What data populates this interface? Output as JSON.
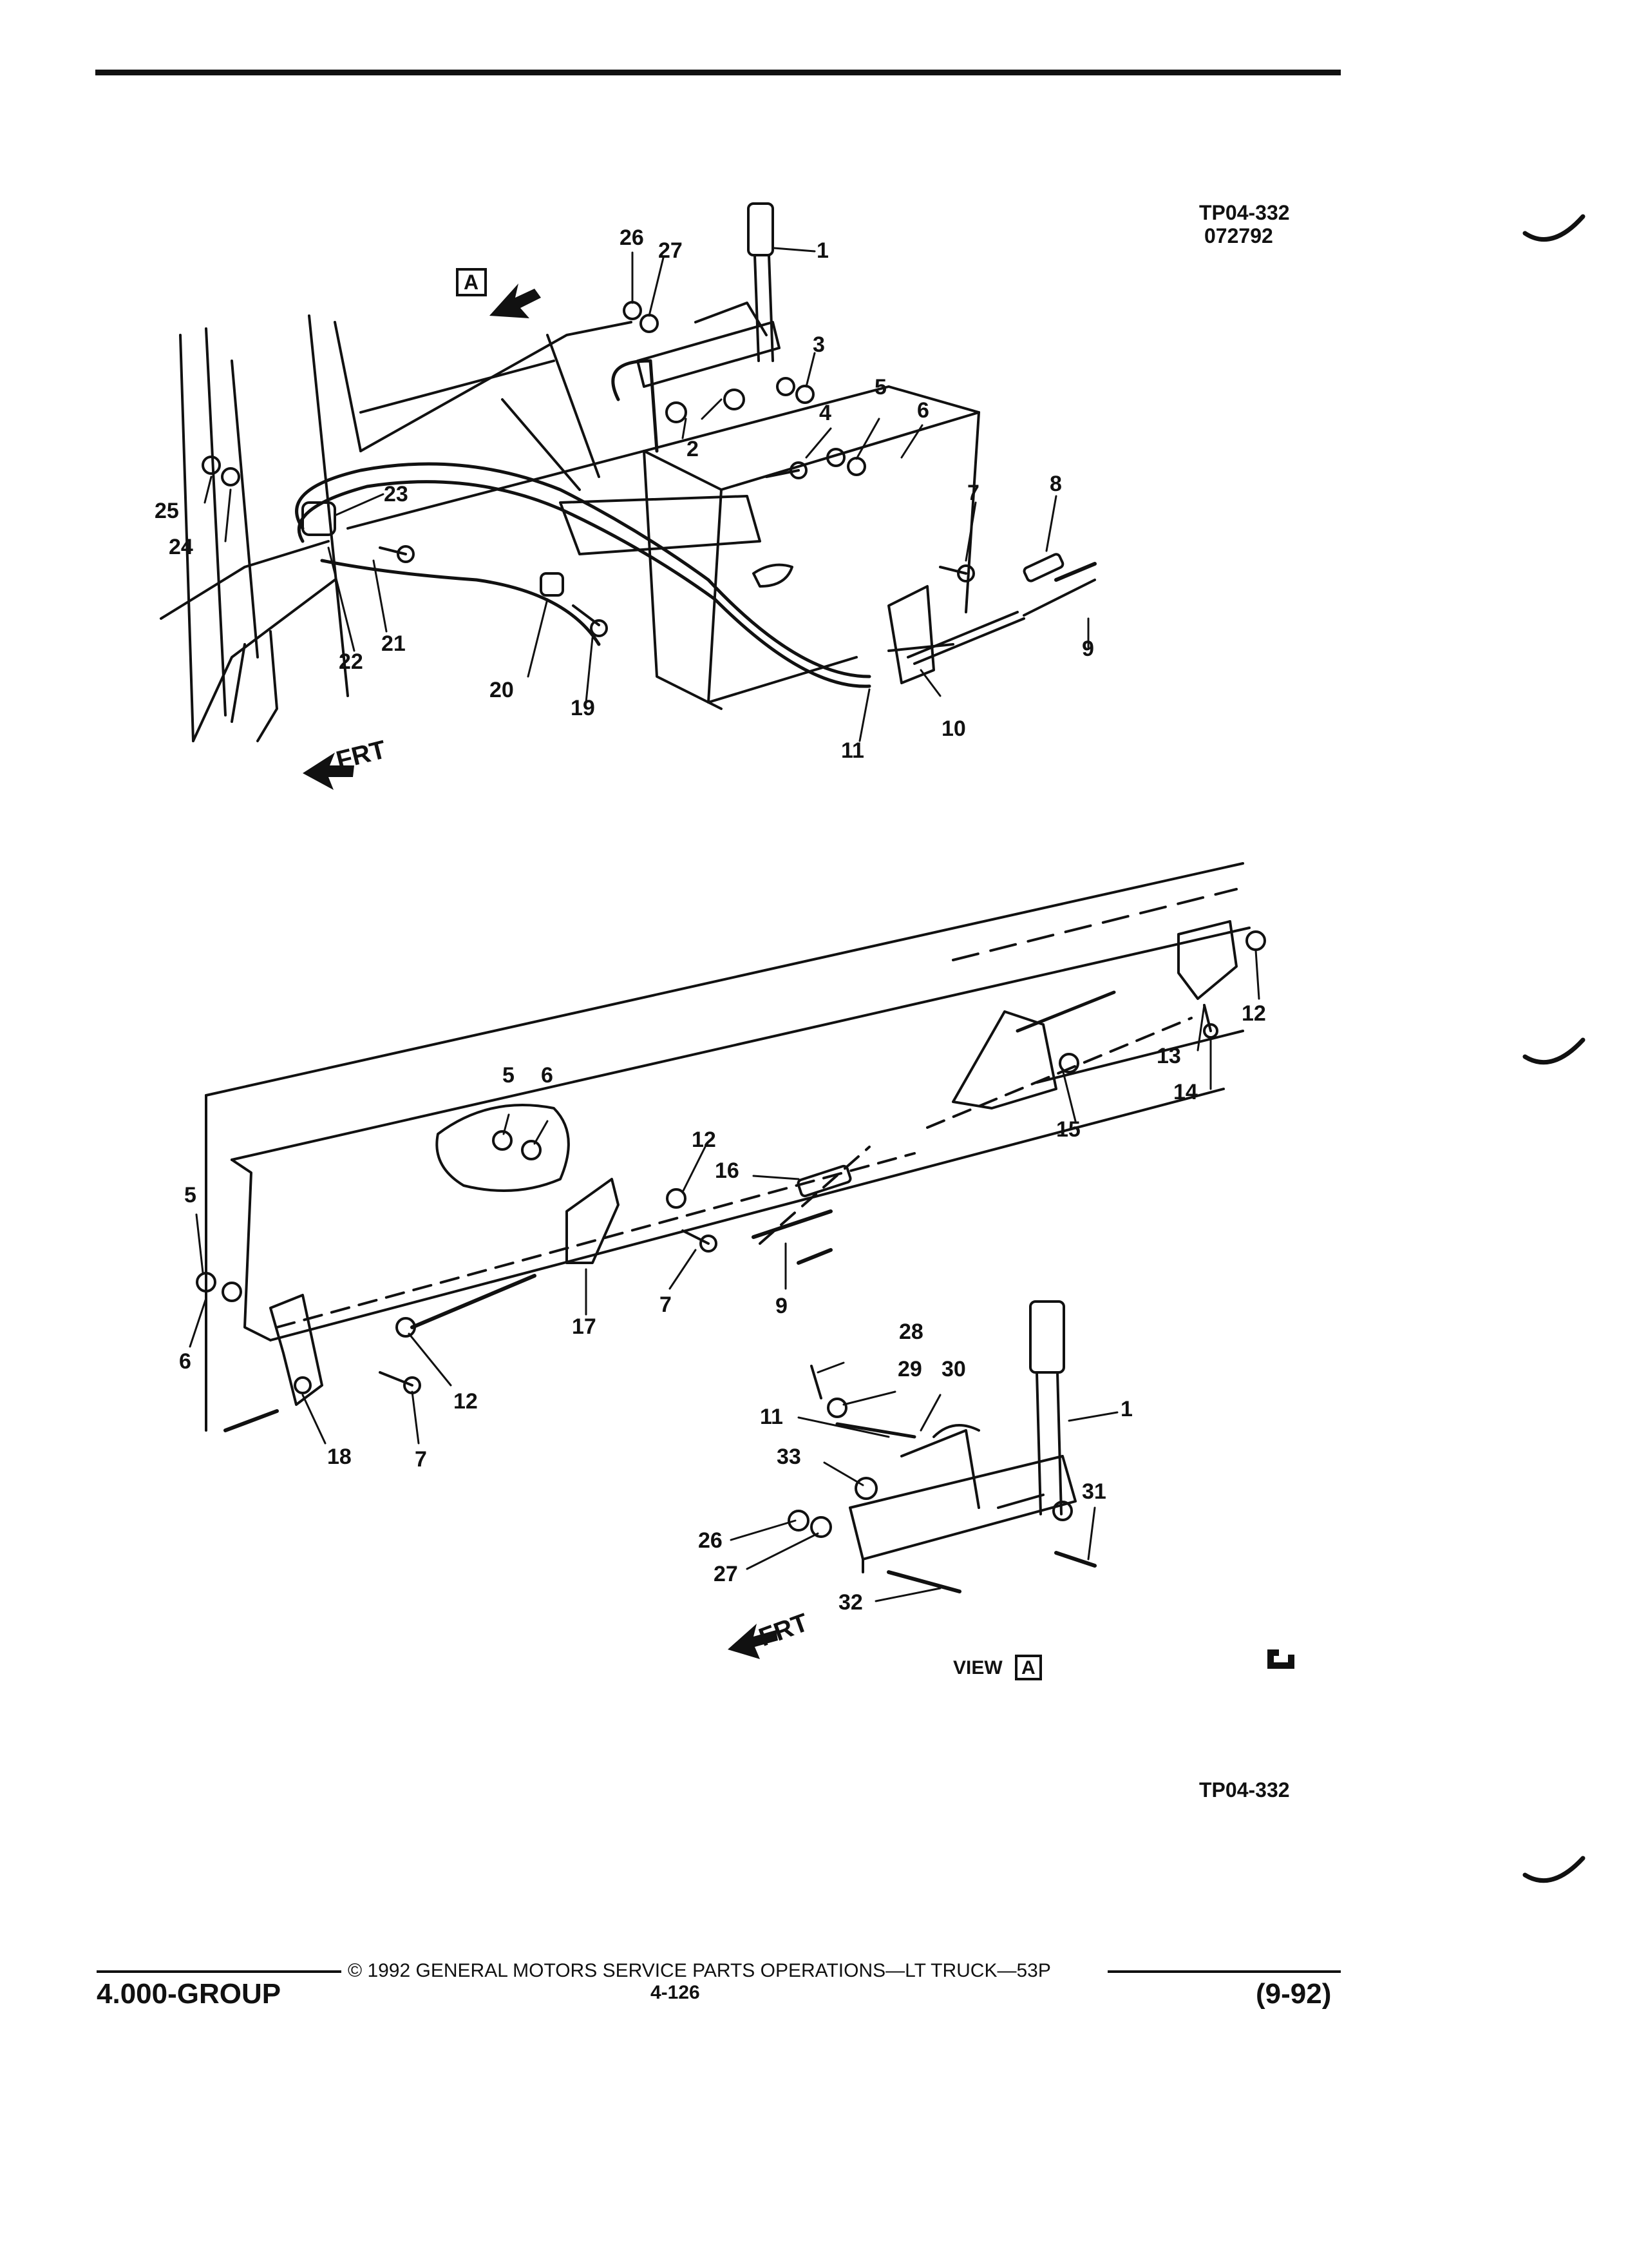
{
  "figure_id_top": "TP04-332",
  "figure_date": "072792",
  "figure_id_bottom": "TP04-332",
  "view_label": "VIEW",
  "view_letter": "A",
  "view_arrow_letter": "A",
  "front_label_1": "FRT",
  "front_label_2": "FRT",
  "callouts": {
    "c1a": "1",
    "c2": "2",
    "c3": "3",
    "c4": "4",
    "c5a": "5",
    "c6a": "6",
    "c7a": "7",
    "c8": "8",
    "c9a": "9",
    "c10": "10",
    "c11a": "11",
    "c19": "19",
    "c20": "20",
    "c21": "21",
    "c22": "22",
    "c23": "23",
    "c24": "24",
    "c25": "25",
    "c26a": "26",
    "c27a": "27",
    "c5b": "5",
    "c6b": "6",
    "c5c": "5",
    "c6c": "6",
    "c12a": "12",
    "c16": "16",
    "c7b": "7",
    "c9b": "9",
    "c17": "17",
    "c12b": "12",
    "c7c": "7",
    "c18": "18",
    "c13": "13",
    "c14": "14",
    "c12c": "12",
    "c15": "15",
    "c28": "28",
    "c29": "29",
    "c30": "30",
    "c11b": "11",
    "c1b": "1",
    "c33": "33",
    "c31": "31",
    "c26b": "26",
    "c27b": "27",
    "c32": "32"
  },
  "footer": {
    "group": "4.000-GROUP",
    "copyright": "© 1992 GENERAL MOTORS SERVICE PARTS OPERATIONS—LT TRUCK—53P",
    "page": "4-126",
    "revision": "(9-92)"
  }
}
